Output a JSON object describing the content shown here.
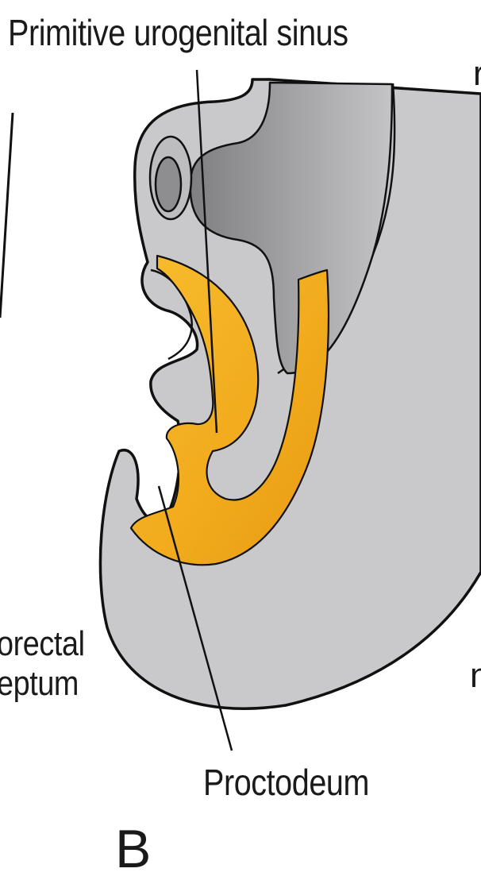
{
  "labels": {
    "primitive_urogenital_sinus": "Primitive urogenital sinus",
    "proctodeum": "Proctodeum",
    "panel_letter": "B",
    "left_cut_line1": "orectal",
    "left_cut_line2": "eptum",
    "right_cut_text": "n",
    "right_cut_top": "r"
  },
  "colors": {
    "embryo_fill": "#c9c9cb",
    "lumen_dark": "#8e8e90",
    "septum_orange": "#f2ac1c",
    "outline": "#111111"
  }
}
